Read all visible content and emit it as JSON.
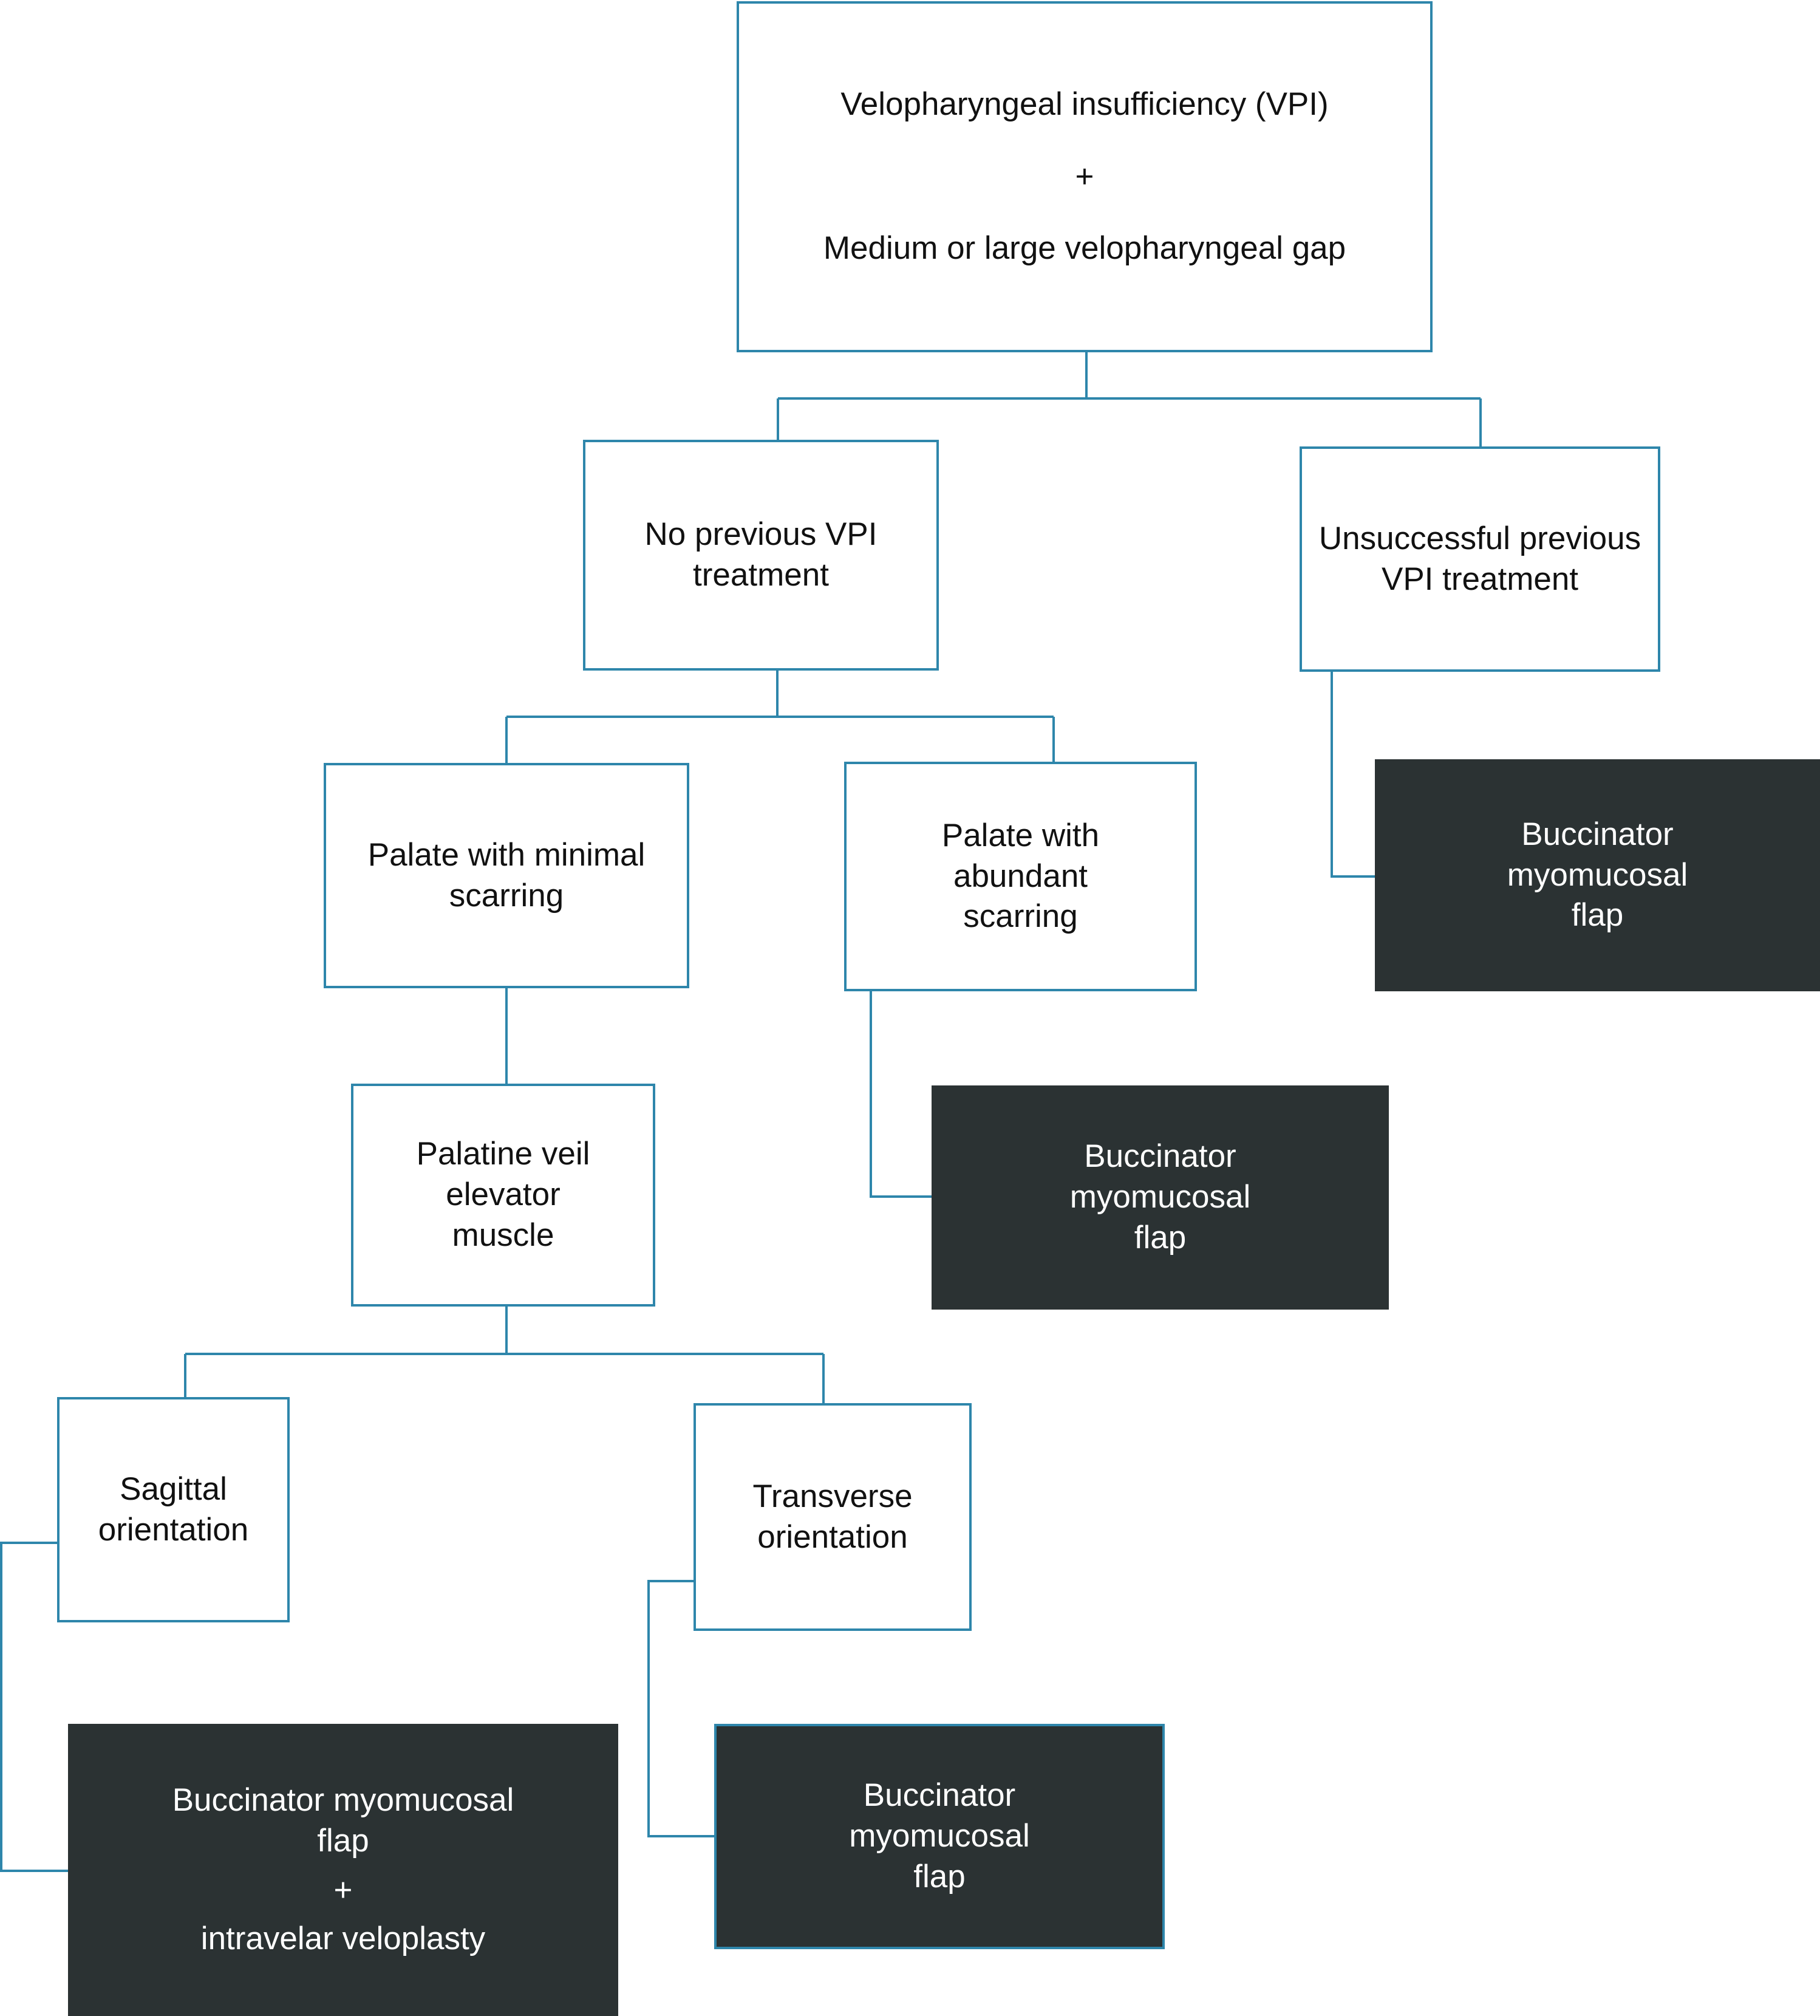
{
  "nodes": {
    "root": {
      "lines": [
        "Velopharyngeal insufficiency (VPI)",
        "+",
        "Medium or large velopharyngeal gap"
      ]
    },
    "no_previous": {
      "lines": [
        "No previous VPI",
        "treatment"
      ]
    },
    "unsuccessful_previous": {
      "lines": [
        "Unsuccessful previous",
        "VPI treatment"
      ]
    },
    "minimal_scarring": {
      "lines": [
        "Palate with minimal",
        "scarring"
      ]
    },
    "abundant_scarring": {
      "lines": [
        "Palate with",
        "abundant",
        "scarring"
      ]
    },
    "flap_right": {
      "lines": [
        "Buccinator",
        "myomucosal",
        "flap"
      ]
    },
    "flap_middle": {
      "lines": [
        "Buccinator",
        "myomucosal",
        "flap"
      ]
    },
    "palatine_veil": {
      "lines": [
        "Palatine veil",
        "elevator",
        "muscle"
      ]
    },
    "sagittal": {
      "lines": [
        "Sagittal",
        "orientation"
      ]
    },
    "transverse": {
      "lines": [
        "Transverse",
        "orientation"
      ]
    },
    "flap_bottom_left": {
      "lines": [
        "Buccinator myomucosal",
        "flap",
        "+",
        "intravelar veloplasty"
      ]
    },
    "flap_bottom_middle": {
      "lines": [
        "Buccinator",
        "myomucosal",
        "flap"
      ]
    }
  },
  "colors": {
    "outline_border": "#2e86ab",
    "connector": "#2e86ab",
    "dark_fill": "#2b3233",
    "dark_text": "#ffffff",
    "light_text": "#111111"
  }
}
